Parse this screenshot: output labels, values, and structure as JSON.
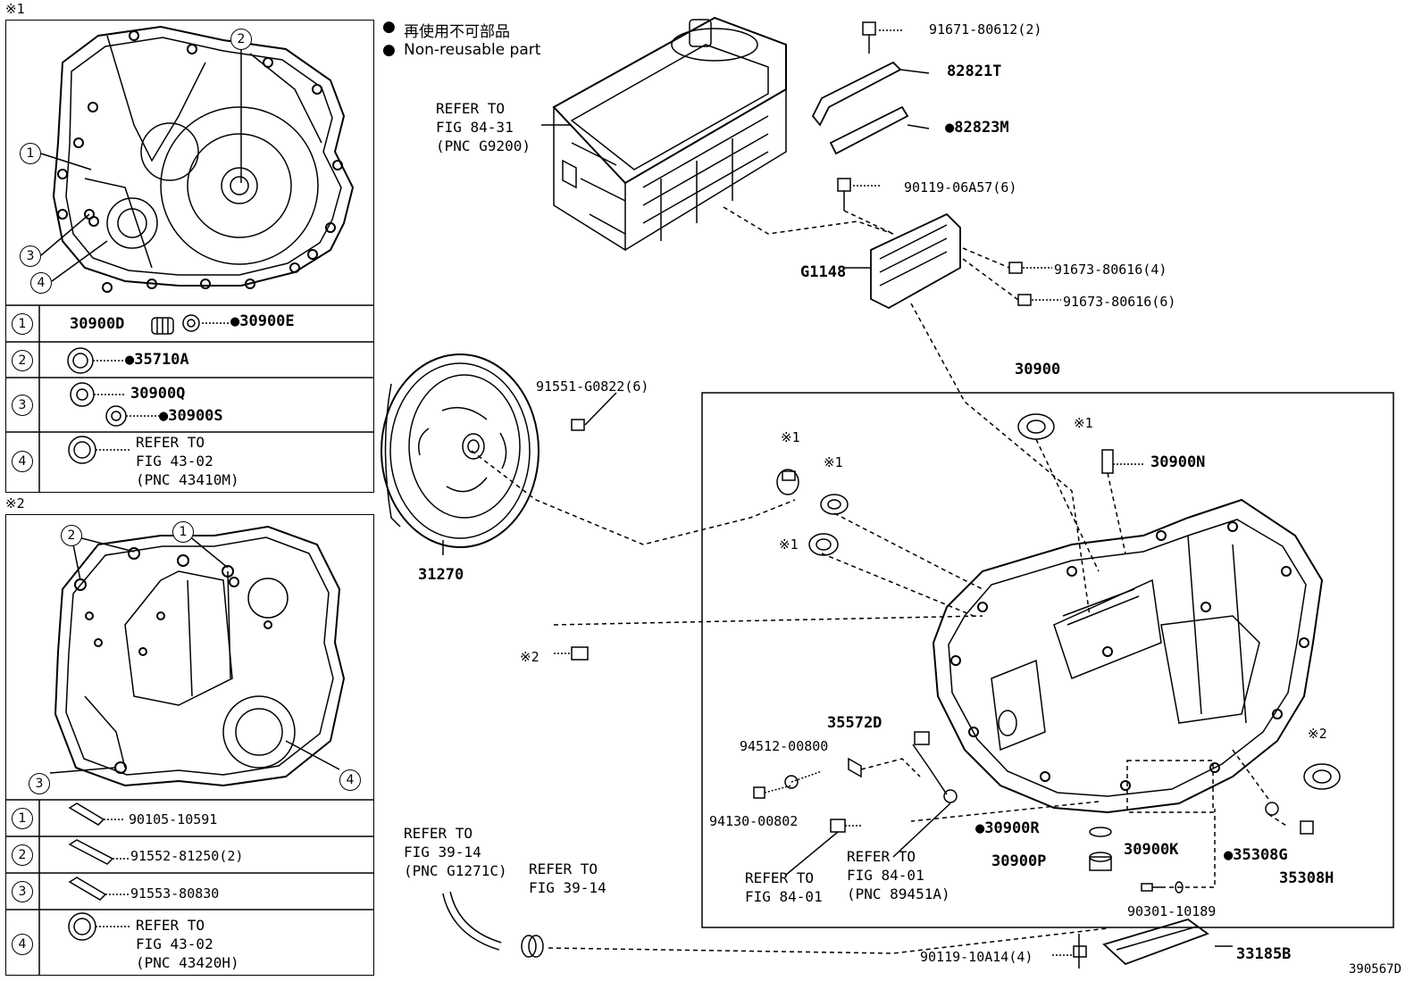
{
  "note_marks": {
    "note1": "※1",
    "note2": "※2"
  },
  "legend": {
    "bullet": "●",
    "line1": "再使用不可部品",
    "line2": "Non-reusable part"
  },
  "panel1": {
    "callouts": [
      "1",
      "2",
      "3",
      "4"
    ],
    "rows": [
      {
        "num": "1",
        "parts": [
          "30900D",
          "●30900E"
        ]
      },
      {
        "num": "2",
        "parts": [
          "●35710A"
        ]
      },
      {
        "num": "3",
        "parts": [
          "30900Q",
          "●30900S"
        ]
      },
      {
        "num": "4",
        "ref": "REFER TO\nFIG 43-02\n(PNC 43410M)"
      }
    ]
  },
  "panel2": {
    "callouts": [
      "2",
      "1",
      "3",
      "4"
    ],
    "rows": [
      {
        "num": "1",
        "parts": [
          "90105-10591"
        ]
      },
      {
        "num": "2",
        "parts": [
          "91552-81250(2)"
        ]
      },
      {
        "num": "3",
        "parts": [
          "91553-80830"
        ]
      },
      {
        "num": "4",
        "ref": "REFER TO\nFIG 43-02\n(PNC 43420H)"
      }
    ]
  },
  "labels": {
    "p91671": "91671-80612(2)",
    "p82821T": "82821T",
    "p82823M": "●82823M",
    "ref_84_31": "REFER TO\nFIG 84-31\n(PNC G9200)",
    "p90119_06A57": "90119-06A57(6)",
    "pG1148": "G1148",
    "p91673_4": "91673-80616(4)",
    "p91673_6": "91673-80616(6)",
    "p91551": "91551-G0822(6)",
    "p30900": "30900",
    "p30900N": "30900N",
    "p31270": "31270",
    "p35572D": "35572D",
    "p94512": "94512-00800",
    "p94130": "94130-00802",
    "ref_84_01_a": "REFER TO\nFIG 84-01",
    "ref_84_01_b": "REFER TO\nFIG 84-01\n(PNC 89451A)",
    "p30900R": "●30900R",
    "p30900P": "30900P",
    "p30900K": "30900K",
    "p35308G": "●35308G",
    "p35308H": "35308H",
    "p90301": "90301-10189",
    "ref_39_14_a": "REFER TO\nFIG 39-14\n(PNC G1271C)",
    "ref_39_14_b": "REFER TO\nFIG 39-14",
    "p90119_10A14": "90119-10A14(4)",
    "p33185B": "33185B",
    "illus_id": "390567D"
  }
}
